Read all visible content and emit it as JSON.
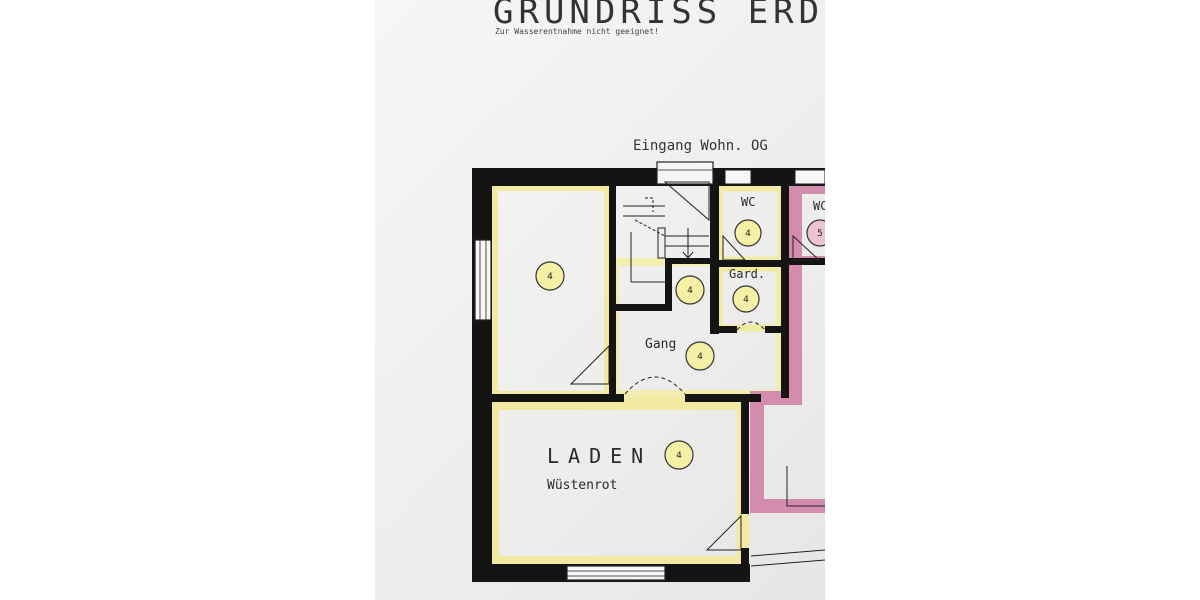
{
  "title": "GRUNDRISS  ERDG",
  "subtitle": "Zur Wasserentnahme nicht geeignet!",
  "entrance_label": "Eingang Wohn. OG",
  "rooms": {
    "wc1": "WC",
    "wc2": "WC",
    "gard": "Gard.",
    "gang": "Gang",
    "laden": "LADEN",
    "laden_sub": "Wüstenrot"
  },
  "badges": {
    "b_room1": "4",
    "b_stair": "4",
    "b_wc1": "4",
    "b_wc2": "5",
    "b_gard": "4",
    "b_gang": "4",
    "b_laden": "4"
  },
  "colors": {
    "wall": "#111111",
    "highlight_yellow": "#f2eca0",
    "highlight_pink": "#d98cb0"
  }
}
